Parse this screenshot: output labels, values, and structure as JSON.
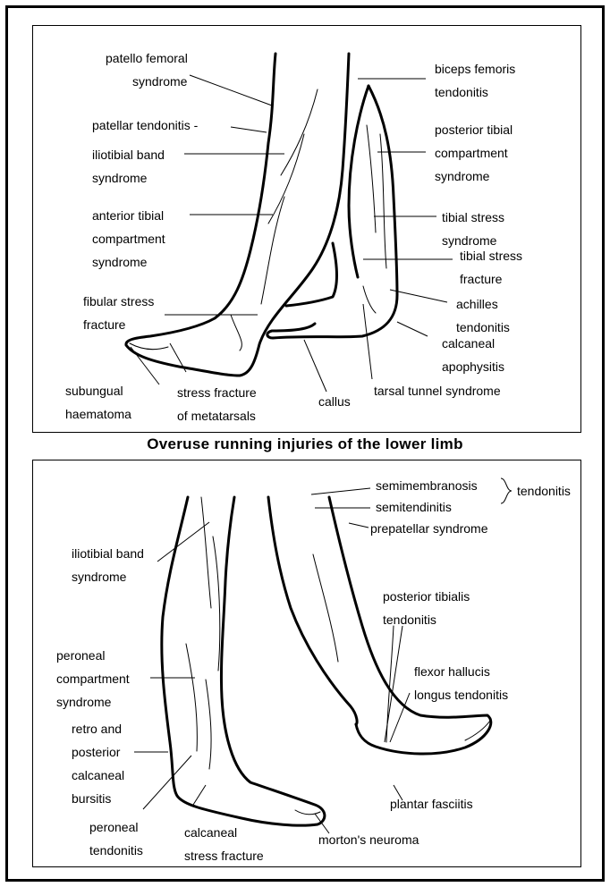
{
  "caption": "Overuse running injuries of the lower limb",
  "top_panel": {
    "patello_femoral": "patello femoral",
    "patello_femoral_2": "syndrome",
    "patellar_tendonitis": "patellar tendonitis -",
    "iliotibial": "iliotibial band",
    "iliotibial_2": "syndrome",
    "anterior_tibial": "anterior tibial",
    "anterior_tibial_2": "compartment",
    "anterior_tibial_3": "syndrome",
    "fibular": "fibular stress",
    "fibular_2": "fracture",
    "subungual": "subungual",
    "subungual_2": "haematoma",
    "metatarsals": "stress fracture",
    "metatarsals_2": "of metatarsals",
    "callus": "callus",
    "tarsal_tunnel": "tarsal tunnel syndrome",
    "biceps_femoris": "biceps femoris",
    "biceps_femoris_2": "tendonitis",
    "posterior_tibial": "posterior tibial",
    "posterior_tibial_2": "compartment",
    "posterior_tibial_3": "syndrome",
    "tibial_stress_syndrome": "tibial stress",
    "tibial_stress_syndrome_2": "syndrome",
    "tibial_stress_fracture": "tibial stress",
    "tibial_stress_fracture_2": "fracture",
    "achilles": "achilles",
    "achilles_2": "tendonitis",
    "calcaneal_apophysitis": "calcaneal",
    "calcaneal_apophysitis_2": "apophysitis"
  },
  "bottom_panel": {
    "semimembranosis": "semimembranosis",
    "semitendinitis": "semitendinitis",
    "tendonitis": "tendonitis",
    "prepatellar": "prepatellar syndrome",
    "iliotibial": "iliotibial band",
    "iliotibial_2": "syndrome",
    "posterior_tibialis": "posterior tibialis",
    "posterior_tibialis_2": "tendonitis",
    "peroneal_compartment": "peroneal",
    "peroneal_compartment_2": "compartment",
    "peroneal_compartment_3": "syndrome",
    "flexor": "flexor hallucis",
    "flexor_2": "longus tendonitis",
    "retro": "retro and",
    "retro_2": "posterior",
    "retro_3": "calcaneal",
    "retro_4": "bursitis",
    "peroneal_tendonitis": "peroneal",
    "peroneal_tendonitis_2": "tendonitis",
    "calcaneal_stress": "calcaneal",
    "calcaneal_stress_2": "stress fracture",
    "mortons": "morton's neuroma",
    "plantar": "plantar fasciitis"
  }
}
